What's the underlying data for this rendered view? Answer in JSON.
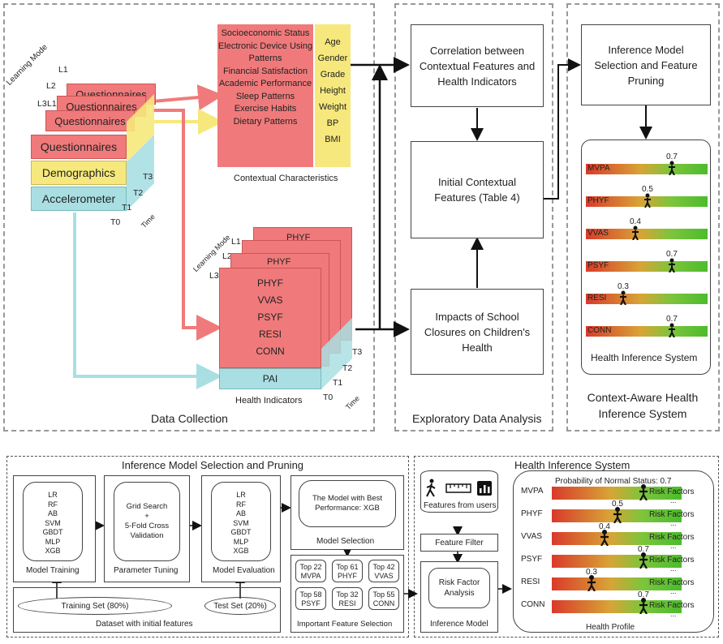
{
  "top": {
    "data_collection": {
      "title": "Data Collection",
      "stack_labels": [
        "Questionnaires",
        "Questionnaires",
        "Questionnaires",
        "Questionnaires"
      ],
      "demographics": "Demographics",
      "accelerometer": "Accelerometer",
      "learning_mode": "Learning Mode",
      "levels": [
        "L1",
        "L2",
        "L3"
      ],
      "times": [
        "T0",
        "T1",
        "T2",
        "T3"
      ],
      "time": "Time",
      "contextual_red": [
        "Socioeconomic Status",
        "Electronic Device Using Patterns",
        "Financial Satisfaction",
        "Academic Performance",
        "Sleep Patterns",
        "Exercise Habits",
        "Dietary Patterns"
      ],
      "contextual_yellow": [
        "Age",
        "Gender",
        "Grade",
        "Height",
        "Weight",
        "BP",
        "BMI"
      ],
      "contextual_caption": "Contextual Characteristics",
      "health_items": [
        "PHYF",
        "VVAS",
        "PSYF",
        "RESI",
        "CONN"
      ],
      "back_items": [
        "PHYF",
        "PHYF"
      ],
      "pai": "PAI",
      "health_caption": "Health Indicators"
    },
    "eda": {
      "title": "Exploratory Data Analysis",
      "correlation": "Correlation between Contextual Features and Health Indicators",
      "initial": "Initial Contextual Features (Table 4)",
      "impacts": "Impacts of School Closures on Children's Health"
    },
    "cahis": {
      "title": "Context-Aware Health Inference System",
      "selection": "Inference Model Selection and Feature Pruning",
      "his_caption": "Health Inference System",
      "rows": [
        {
          "label": "MVPA",
          "value": "0.7",
          "pos": 0.7
        },
        {
          "label": "PHYF",
          "value": "0.5",
          "pos": 0.5
        },
        {
          "label": "VVAS",
          "value": "0.4",
          "pos": 0.4
        },
        {
          "label": "PSYF",
          "value": "0.7",
          "pos": 0.7
        },
        {
          "label": "RESI",
          "value": "0.3",
          "pos": 0.3
        },
        {
          "label": "CONN",
          "value": "0.7",
          "pos": 0.7
        }
      ]
    }
  },
  "bottom": {
    "imsp": {
      "title": "Inference Model Selection and Pruning",
      "models": [
        "LR",
        "RF",
        "AB",
        "SVM",
        "GBDT",
        "MLP",
        "XGB"
      ],
      "model_training": "Model Training",
      "grid_search": "Grid Search",
      "plus": "+",
      "cross_validation": "5-Fold Cross Validation",
      "parameter_tuning": "Parameter Tuning",
      "model_evaluation": "Model Evaluation",
      "best_model": "The Model with Best Performance: XGB",
      "model_selection": "Model Selection",
      "important_features": [
        {
          "top": "Top 22",
          "name": "MVPA"
        },
        {
          "top": "Top 61",
          "name": "PHYF"
        },
        {
          "top": "Top 42",
          "name": "VVAS"
        },
        {
          "top": "Top 58",
          "name": "PSYF"
        },
        {
          "top": "Top 32",
          "name": "RESI"
        },
        {
          "top": "Top 55",
          "name": "CONN"
        }
      ],
      "important_feature_selection": "Important Feature Selection",
      "training_set": "Training Set (80%)",
      "test_set": "Test Set (20%)",
      "dataset": "Dataset with initial features"
    },
    "his": {
      "title": "Health Inference System",
      "features_from_users": "Features from users",
      "feature_filter": "Feature Filter",
      "risk_factor_analysis": "Risk Factor Analysis",
      "inference_model": "Inference Model",
      "probability_label": "Probability of Normal Status: 0.7",
      "risk_factors": "Risk Factors",
      "ellipsis": "...",
      "health_profile": "Health Profile",
      "rows": [
        {
          "label": "MVPA",
          "value": "",
          "pos": 0.7
        },
        {
          "label": "PHYF",
          "value": "0.5",
          "pos": 0.5
        },
        {
          "label": "VVAS",
          "value": "0.4",
          "pos": 0.4
        },
        {
          "label": "PSYF",
          "value": "0.7",
          "pos": 0.7
        },
        {
          "label": "RESI",
          "value": "0.3",
          "pos": 0.3
        },
        {
          "label": "CONN",
          "value": "0.7",
          "pos": 0.7
        }
      ]
    }
  }
}
